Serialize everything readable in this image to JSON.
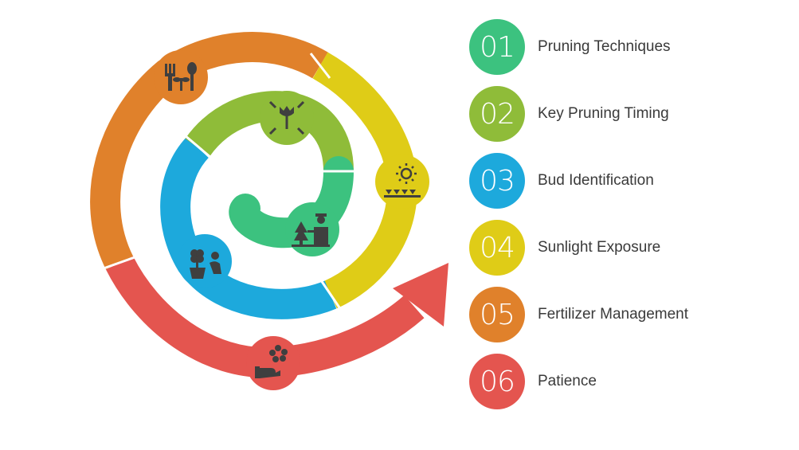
{
  "colors": {
    "teal": "#3cc27f",
    "green": "#8fbc39",
    "blue": "#1da9dc",
    "yellow": "#dfcc17",
    "orange": "#e0812b",
    "red": "#e4554f",
    "icon": "#3f3f3f"
  },
  "steps": [
    {
      "number": "01",
      "label": "Pruning Techniques",
      "color": "#3cc27f",
      "icon": "gardener-tree-icon"
    },
    {
      "number": "02",
      "label": "Key Pruning Timing",
      "color": "#8fbc39",
      "icon": "tulip-focus-icon"
    },
    {
      "number": "03",
      "label": "Bud Identification",
      "color": "#1da9dc",
      "icon": "flower-pot-person-icon"
    },
    {
      "number": "04",
      "label": "Sunlight Exposure",
      "color": "#dfcc17",
      "icon": "sun-plants-icon"
    },
    {
      "number": "05",
      "label": "Fertilizer Management",
      "color": "#e0812b",
      "icon": "fork-spoon-sprout-icon"
    },
    {
      "number": "06",
      "label": "Patience",
      "color": "#e4554f",
      "icon": "hand-flower-icon"
    }
  ]
}
